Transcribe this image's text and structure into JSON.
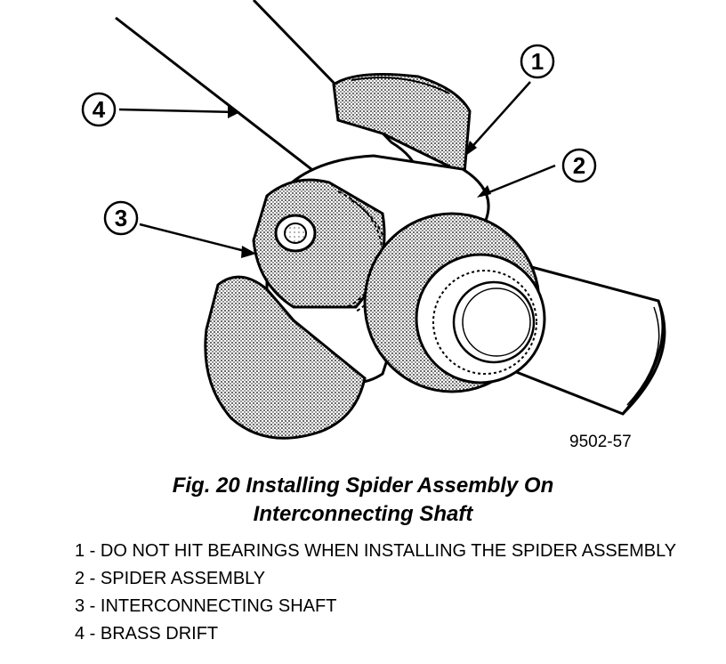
{
  "figure": {
    "callouts": [
      "1",
      "2",
      "3",
      "4"
    ],
    "figure_number": "9502-57"
  },
  "caption": {
    "line1": "Fig. 20 Installing Spider Assembly On",
    "line2": "Interconnecting Shaft"
  },
  "legend": [
    "1 - DO NOT HIT BEARINGS WHEN INSTALLING THE SPIDER ASSEMBLY",
    "2 - SPIDER ASSEMBLY",
    "3 - INTERCONNECTING SHAFT",
    "4 - BRASS DRIFT"
  ]
}
